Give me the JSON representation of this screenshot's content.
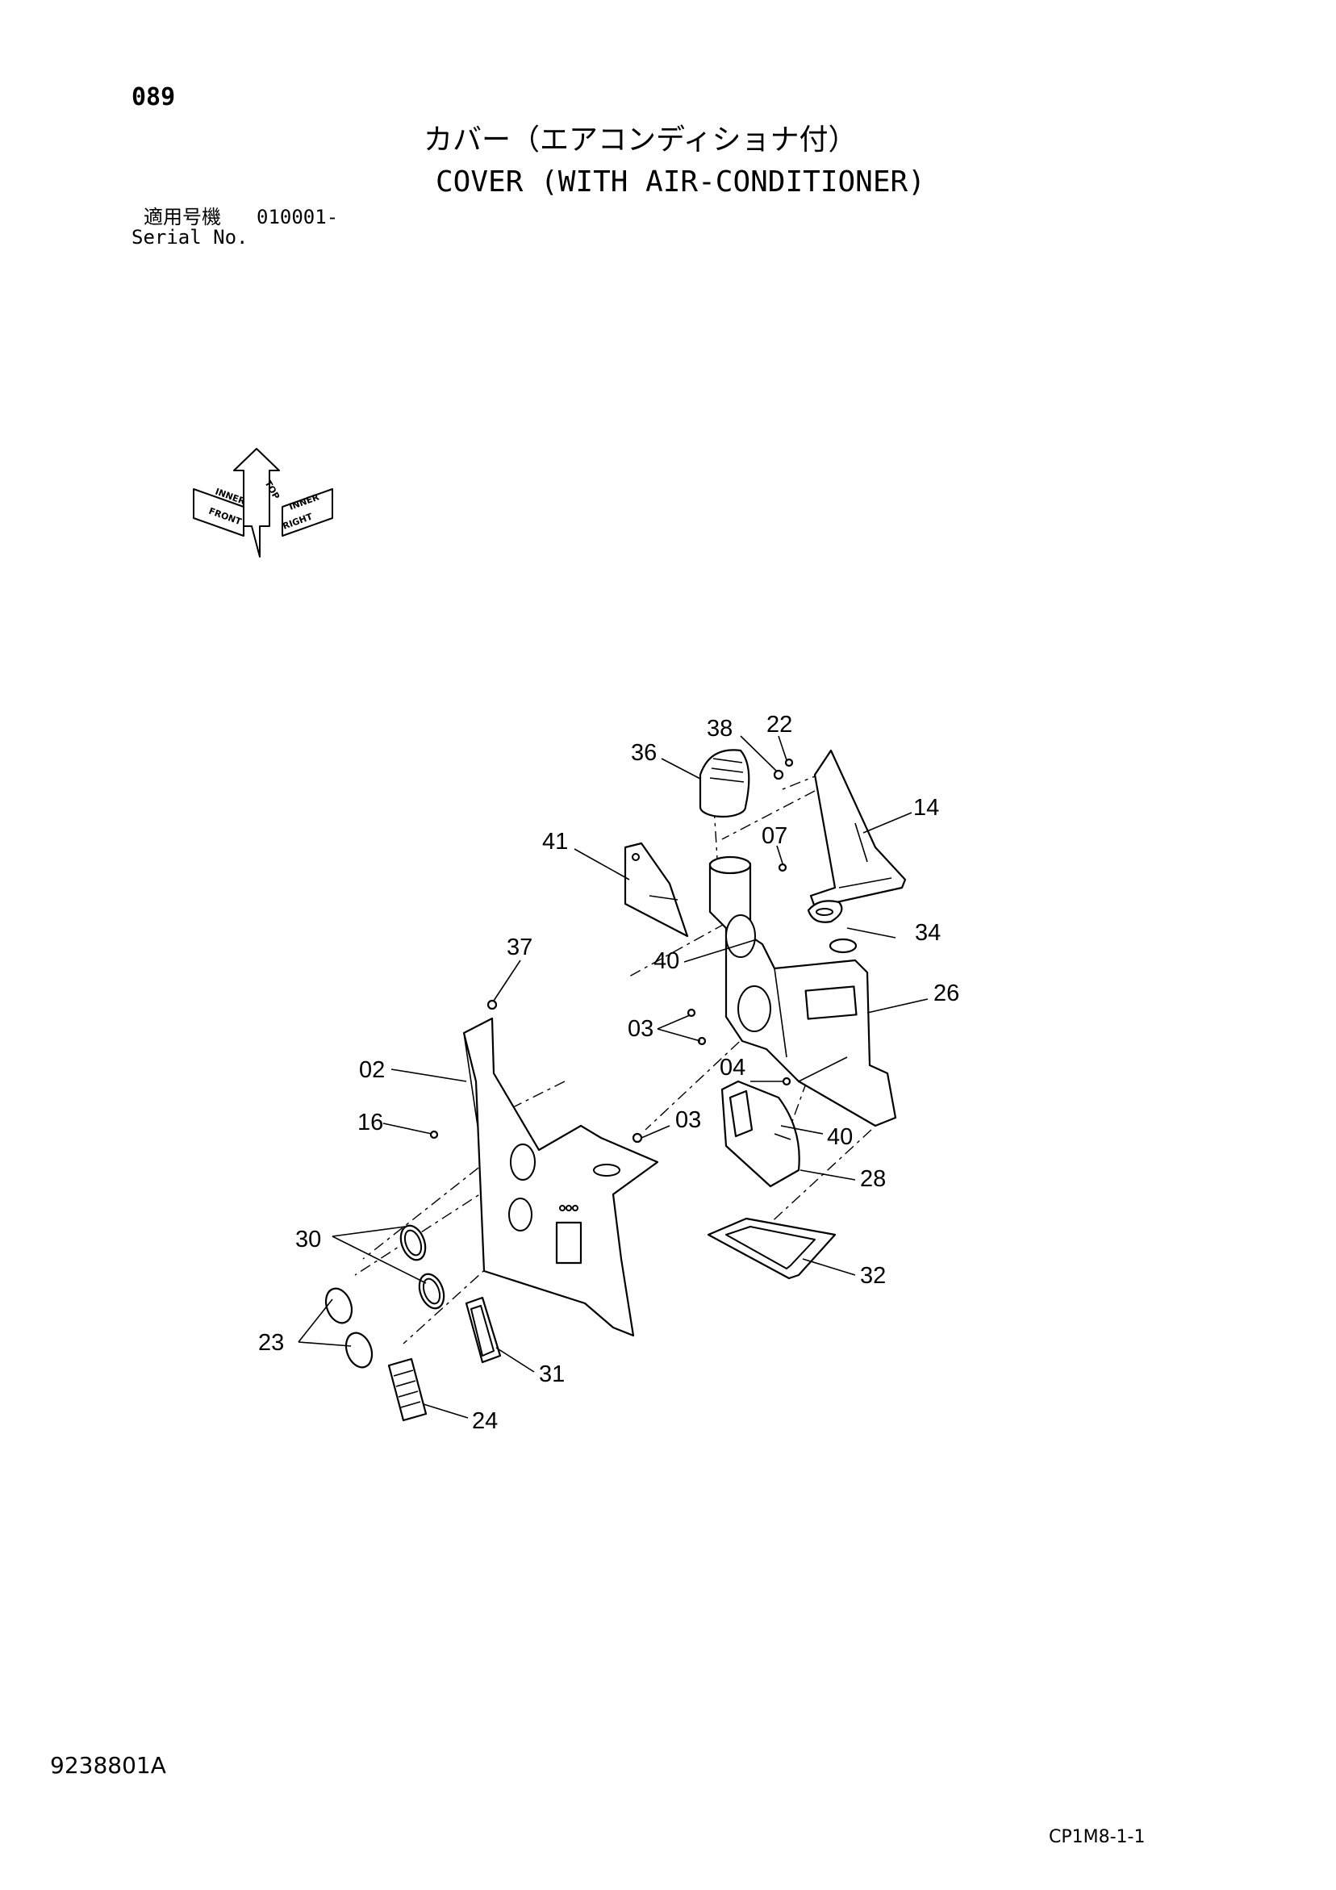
{
  "header": {
    "page_number": "089",
    "title_jp": "カバー（エアコンディショナ付）",
    "title_en": "COVER (WITH AIR-CONDITIONER)",
    "serial_label_jp": "適用号機",
    "serial_value": "010001-",
    "serial_label_en": "Serial No."
  },
  "orientation": {
    "top": "TOP",
    "front": "FRONT",
    "right": "RIGHT",
    "inner": "INNER"
  },
  "diagram": {
    "labels": [
      "38",
      "22",
      "36",
      "14",
      "07",
      "41",
      "34",
      "40",
      "37",
      "26",
      "03",
      "04",
      "02",
      "40",
      "16",
      "03",
      "28",
      "30",
      "32",
      "23",
      "31",
      "24"
    ]
  },
  "footer": {
    "drawing_number": "9238801A",
    "sheet_code": "CP1M8-1-1"
  }
}
